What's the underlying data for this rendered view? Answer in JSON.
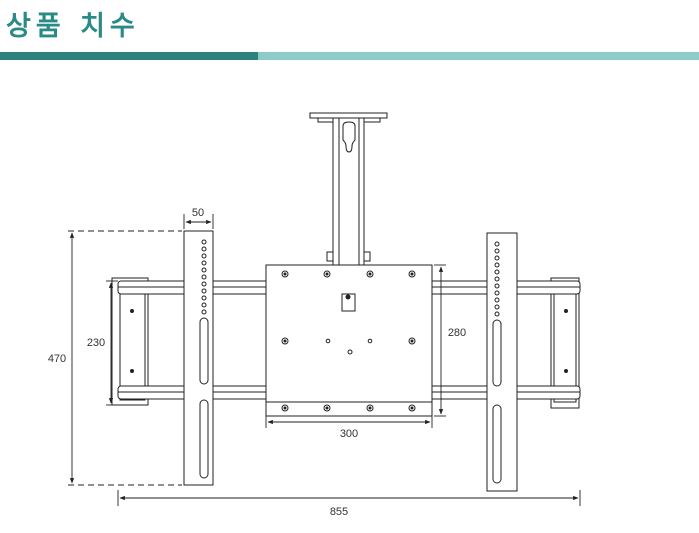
{
  "header": {
    "title": "상품 치수",
    "accent_color_dark": "#2e827e",
    "accent_color_light": "#8ccbc7",
    "title_color": "#2a8a86"
  },
  "dimensions": {
    "bracket_width": "50",
    "total_height": "470",
    "bar_spacing": "230",
    "plate_height": "280",
    "plate_width": "300",
    "total_width": "855"
  }
}
